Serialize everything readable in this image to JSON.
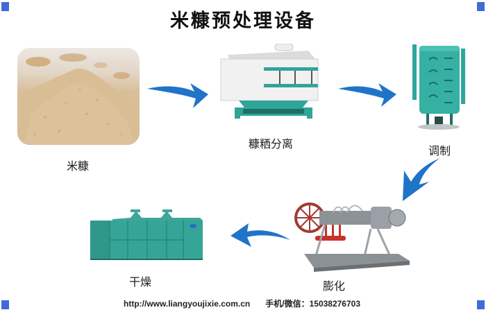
{
  "title": "米糠预处理设备",
  "colors": {
    "corner_marker": "#3f6ad8",
    "arrow": "#1f74c8",
    "machine_teal": "#2fa59a",
    "bran": "#d9b98f"
  },
  "steps": [
    {
      "label": "米糠",
      "image": "rice-bran-pile"
    },
    {
      "label": "糠粞分离",
      "image": "bran-separator-machine"
    },
    {
      "label": "调制",
      "image": "conditioner-tower"
    },
    {
      "label": "膨化",
      "image": "extruder-machine"
    },
    {
      "label": "干燥",
      "image": "dryer-machine"
    }
  ],
  "arrows": [
    {
      "from": "米糠",
      "to": "糠粞分离",
      "icon": "arrow-right-icon"
    },
    {
      "from": "糠粞分离",
      "to": "调制",
      "icon": "arrow-right-icon"
    },
    {
      "from": "调制",
      "to": "膨化",
      "icon": "arrow-down-left-icon"
    },
    {
      "from": "膨化",
      "to": "干燥",
      "icon": "arrow-left-icon"
    }
  ],
  "footer": {
    "website": "http://www.liangyoujixie.com.cn",
    "phone_label": "手机/微信：",
    "phone": "15038276703"
  }
}
